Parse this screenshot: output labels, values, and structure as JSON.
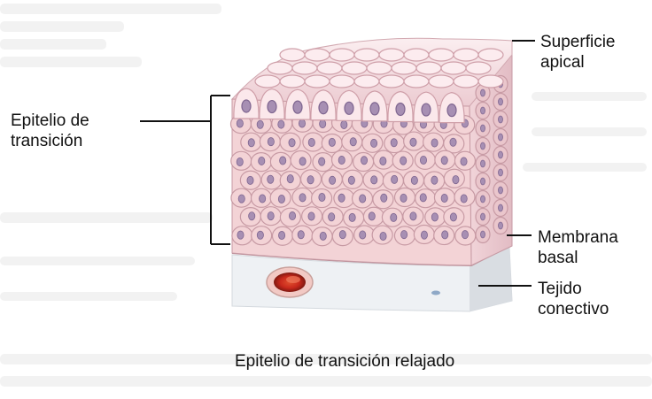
{
  "labels": {
    "superficie_apical": [
      "Superficie",
      "apical"
    ],
    "epitelio_de_transicion": [
      "Epitelio de",
      "transición"
    ],
    "membrana_basal": [
      "Membrana",
      "basal"
    ],
    "tejido_conectivo": [
      "Tejido",
      "conectivo"
    ]
  },
  "caption": "Epitelio de transición relajado",
  "colors": {
    "cell_fill": "#f3d3d6",
    "cell_outline": "#c79aa4",
    "nucleus": "#a78fb3",
    "vessel_red": "#c8281c",
    "basal_tissue": "#e6eaee"
  }
}
